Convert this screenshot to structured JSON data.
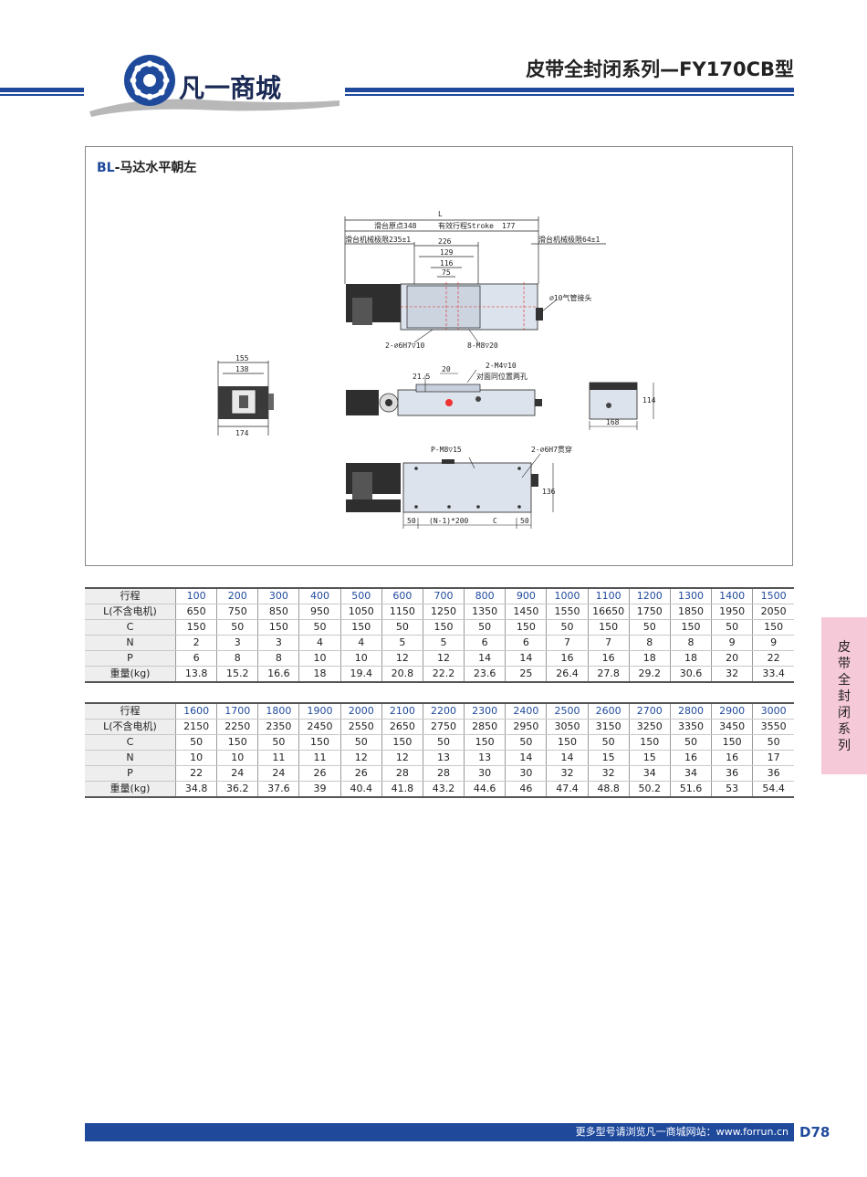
{
  "header": {
    "logo_text": "凡一商城",
    "page_title": "皮带全封闭系列—FY170CB型"
  },
  "drawing": {
    "section_code": "BL",
    "section_title": "-马达水平朝左",
    "labels": {
      "L": "L",
      "origin": "滑台原点348",
      "stroke": "有效行程Stroke",
      "d177": "177",
      "mech_left": "滑台机械极限235±1",
      "mech_right": "滑台机械极限64±1",
      "d226": "226",
      "d129": "129",
      "d116": "116",
      "d75": "75",
      "air": "∅10气管接头",
      "pin": "2-∅6H7▽10",
      "m8": "8-M8▽20",
      "d155": "155",
      "d138": "138",
      "d174": "174",
      "d21_5": "21.5",
      "d20": "20",
      "m4": "2-M4▽10",
      "m4_note": "对面同位置两孔",
      "d114": "114",
      "d168": "168",
      "pm8": "P-M8▽15",
      "pin2": "2-∅6H7贯穿",
      "d136": "136",
      "d50a": "50",
      "pitch": "(N-1)*200",
      "dC": "C",
      "d50b": "50"
    }
  },
  "table1": {
    "rows": [
      [
        "行程",
        "100",
        "200",
        "300",
        "400",
        "500",
        "600",
        "700",
        "800",
        "900",
        "1000",
        "1100",
        "1200",
        "1300",
        "1400",
        "1500"
      ],
      [
        "L(不含电机)",
        "650",
        "750",
        "850",
        "950",
        "1050",
        "1150",
        "1250",
        "1350",
        "1450",
        "1550",
        "16650",
        "1750",
        "1850",
        "1950",
        "2050"
      ],
      [
        "C",
        "150",
        "50",
        "150",
        "50",
        "150",
        "50",
        "150",
        "50",
        "150",
        "50",
        "150",
        "50",
        "150",
        "50",
        "150"
      ],
      [
        "N",
        "2",
        "3",
        "3",
        "4",
        "4",
        "5",
        "5",
        "6",
        "6",
        "7",
        "7",
        "8",
        "8",
        "9",
        "9"
      ],
      [
        "P",
        "6",
        "8",
        "8",
        "10",
        "10",
        "12",
        "12",
        "14",
        "14",
        "16",
        "16",
        "18",
        "18",
        "20",
        "22"
      ],
      [
        "重量(kg)",
        "13.8",
        "15.2",
        "16.6",
        "18",
        "19.4",
        "20.8",
        "22.2",
        "23.6",
        "25",
        "26.4",
        "27.8",
        "29.2",
        "30.6",
        "32",
        "33.4"
      ]
    ]
  },
  "table2": {
    "rows": [
      [
        "行程",
        "1600",
        "1700",
        "1800",
        "1900",
        "2000",
        "2100",
        "2200",
        "2300",
        "2400",
        "2500",
        "2600",
        "2700",
        "2800",
        "2900",
        "3000"
      ],
      [
        "L(不含电机)",
        "2150",
        "2250",
        "2350",
        "2450",
        "2550",
        "2650",
        "2750",
        "2850",
        "2950",
        "3050",
        "3150",
        "3250",
        "3350",
        "3450",
        "3550"
      ],
      [
        "C",
        "50",
        "150",
        "50",
        "150",
        "50",
        "150",
        "50",
        "150",
        "50",
        "150",
        "50",
        "150",
        "50",
        "150",
        "50"
      ],
      [
        "N",
        "10",
        "10",
        "11",
        "11",
        "12",
        "12",
        "13",
        "13",
        "14",
        "14",
        "15",
        "15",
        "16",
        "16",
        "17"
      ],
      [
        "P",
        "22",
        "24",
        "24",
        "26",
        "26",
        "28",
        "28",
        "30",
        "30",
        "32",
        "32",
        "34",
        "34",
        "36",
        "36"
      ],
      [
        "重量(kg)",
        "34.8",
        "36.2",
        "37.6",
        "39",
        "40.4",
        "41.8",
        "43.2",
        "44.6",
        "46",
        "47.4",
        "48.8",
        "50.2",
        "51.6",
        "53",
        "54.4"
      ]
    ]
  },
  "side_tab": {
    "text": "皮带全封闭系列"
  },
  "footer": {
    "text": "更多型号请浏览凡一商城网站：www.forrun.cn",
    "page_number": "D78"
  },
  "colors": {
    "brand_blue": "#1f4a9c",
    "tab_pink": "#f6c9d9"
  }
}
